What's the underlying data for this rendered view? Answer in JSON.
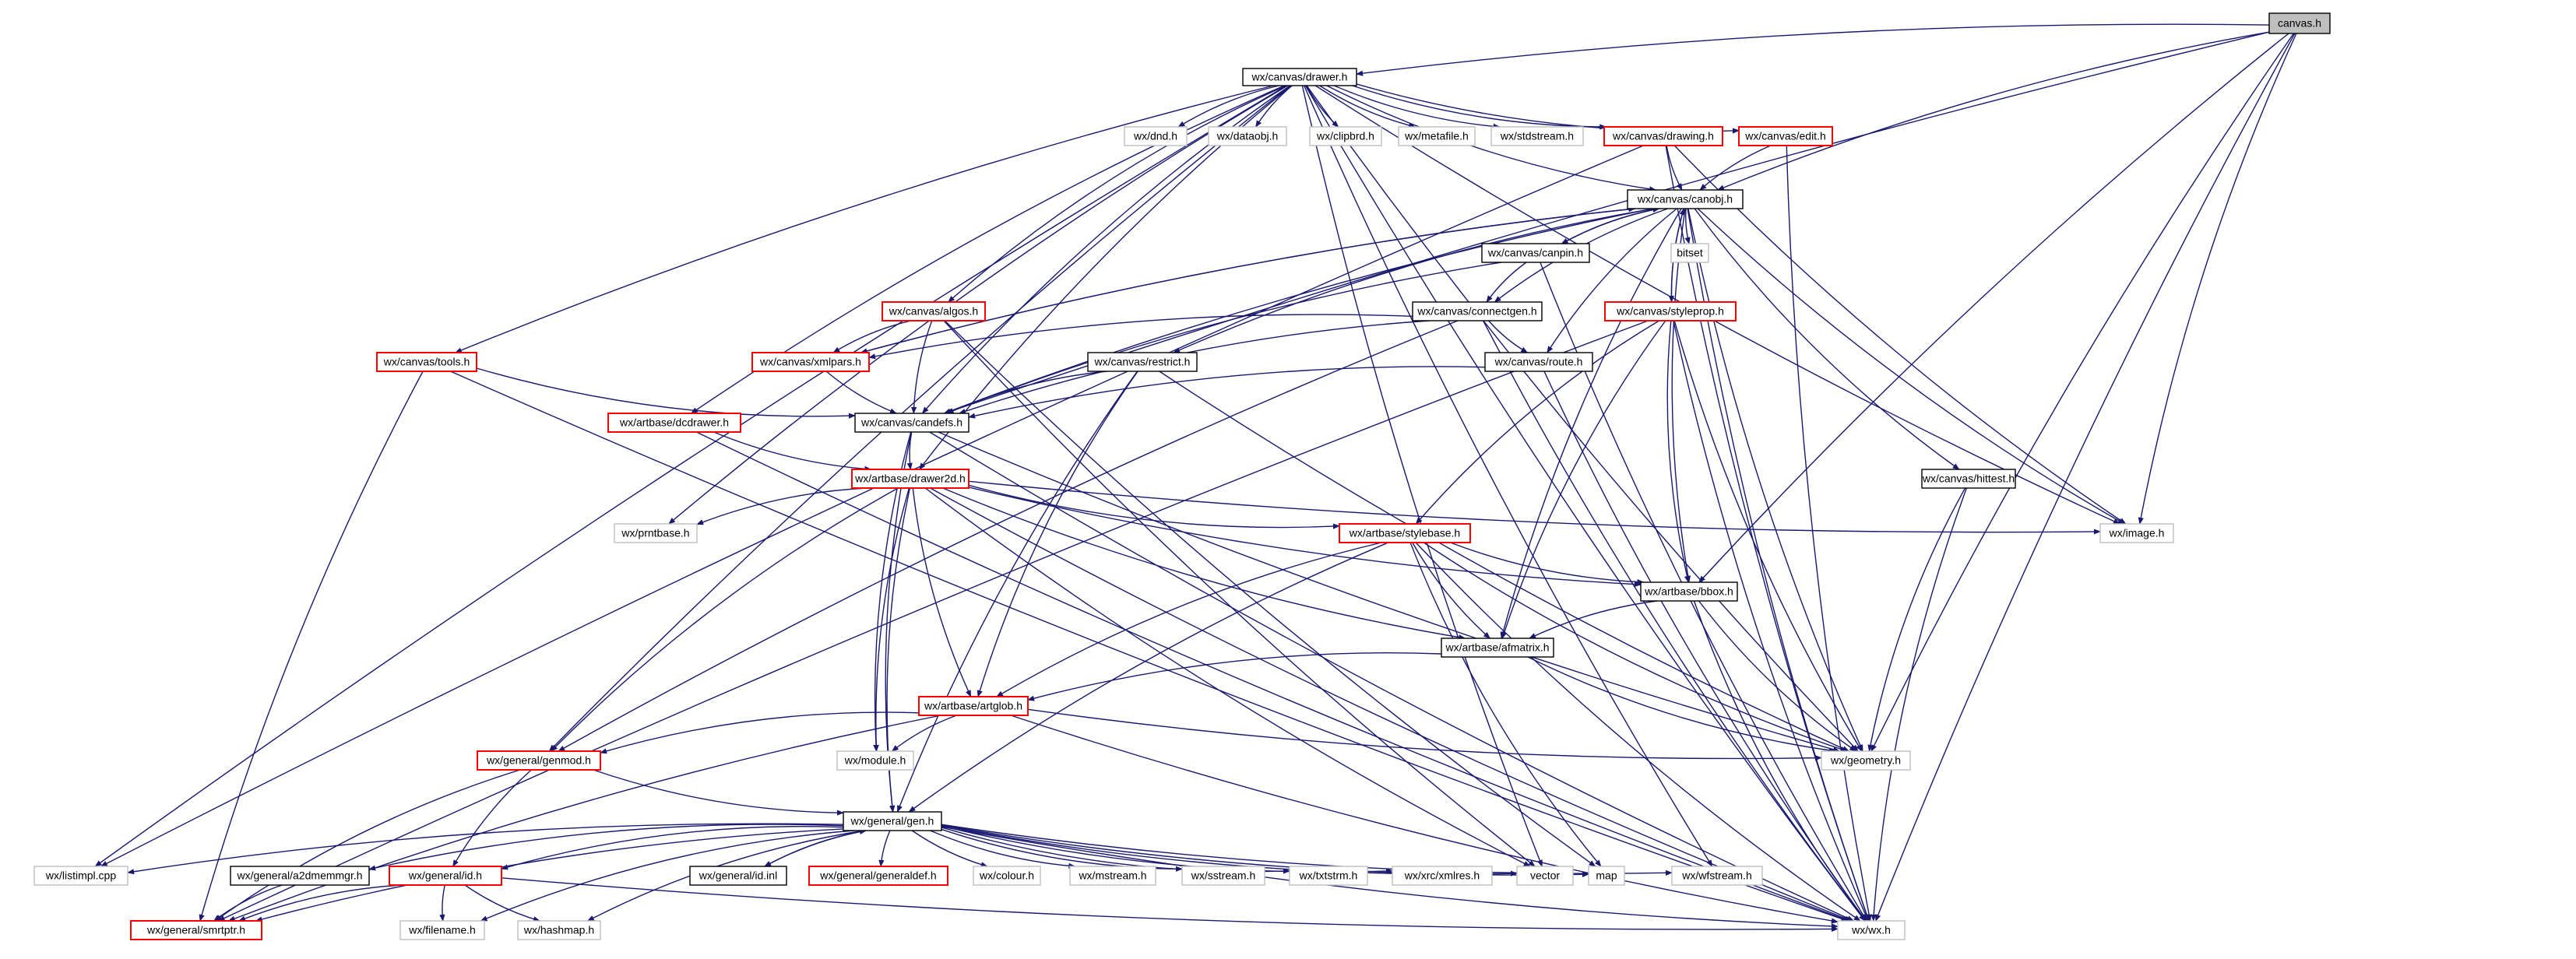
{
  "graph": {
    "kind": "include-dependency-graph",
    "colors": {
      "background": "#ffffff",
      "edge": "#191970",
      "root_fill": "#bfbfbf",
      "documented_border": "#000000",
      "incomplete_border": "#ff0000",
      "external_border": "#bfbfbf",
      "text": "#000000"
    },
    "nodes": [
      {
        "id": "canvas",
        "label": "canvas.h",
        "style": "root"
      },
      {
        "id": "drawer",
        "label": "wx/canvas/drawer.h",
        "style": "documented"
      },
      {
        "id": "dnd",
        "label": "wx/dnd.h",
        "style": "external"
      },
      {
        "id": "dataobj",
        "label": "wx/dataobj.h",
        "style": "external"
      },
      {
        "id": "clipbrd",
        "label": "wx/clipbrd.h",
        "style": "external"
      },
      {
        "id": "metafile",
        "label": "wx/metafile.h",
        "style": "external"
      },
      {
        "id": "stdstream",
        "label": "wx/stdstream.h",
        "style": "external"
      },
      {
        "id": "drawing",
        "label": "wx/canvas/drawing.h",
        "style": "incomplete"
      },
      {
        "id": "edit",
        "label": "wx/canvas/edit.h",
        "style": "incomplete"
      },
      {
        "id": "canobj",
        "label": "wx/canvas/canobj.h",
        "style": "documented"
      },
      {
        "id": "bitset",
        "label": "bitset",
        "style": "external"
      },
      {
        "id": "canpin",
        "label": "wx/canvas/canpin.h",
        "style": "documented"
      },
      {
        "id": "connectgen",
        "label": "wx/canvas/connectgen.h",
        "style": "documented"
      },
      {
        "id": "styleprop",
        "label": "wx/canvas/styleprop.h",
        "style": "incomplete"
      },
      {
        "id": "algos",
        "label": "wx/canvas/algos.h",
        "style": "incomplete"
      },
      {
        "id": "xmlpars",
        "label": "wx/canvas/xmlpars.h",
        "style": "incomplete"
      },
      {
        "id": "tools",
        "label": "wx/canvas/tools.h",
        "style": "incomplete"
      },
      {
        "id": "restrict",
        "label": "wx/canvas/restrict.h",
        "style": "documented"
      },
      {
        "id": "route",
        "label": "wx/canvas/route.h",
        "style": "documented"
      },
      {
        "id": "candefs",
        "label": "wx/canvas/candefs.h",
        "style": "documented"
      },
      {
        "id": "dcdrawer",
        "label": "wx/artbase/dcdrawer.h",
        "style": "incomplete"
      },
      {
        "id": "drawer2d",
        "label": "wx/artbase/drawer2d.h",
        "style": "incomplete"
      },
      {
        "id": "hittest",
        "label": "wx/canvas/hittest.h",
        "style": "documented"
      },
      {
        "id": "prntbase",
        "label": "wx/prntbase.h",
        "style": "external"
      },
      {
        "id": "stylebase",
        "label": "wx/artbase/stylebase.h",
        "style": "incomplete"
      },
      {
        "id": "image",
        "label": "wx/image.h",
        "style": "external"
      },
      {
        "id": "bbox",
        "label": "wx/artbase/bbox.h",
        "style": "documented"
      },
      {
        "id": "afmatrix",
        "label": "wx/artbase/afmatrix.h",
        "style": "documented"
      },
      {
        "id": "artglob",
        "label": "wx/artbase/artglob.h",
        "style": "incomplete"
      },
      {
        "id": "genmod",
        "label": "wx/general/genmod.h",
        "style": "incomplete"
      },
      {
        "id": "module",
        "label": "wx/module.h",
        "style": "external"
      },
      {
        "id": "geometry",
        "label": "wx/geometry.h",
        "style": "external"
      },
      {
        "id": "gen",
        "label": "wx/general/gen.h",
        "style": "documented"
      },
      {
        "id": "listimpl",
        "label": "wx/listimpl.cpp",
        "style": "external"
      },
      {
        "id": "a2dmemmgr",
        "label": "wx/general/a2dmemmgr.h",
        "style": "documented"
      },
      {
        "id": "idh",
        "label": "wx/general/id.h",
        "style": "incomplete"
      },
      {
        "id": "idinl",
        "label": "wx/general/id.inl",
        "style": "documented"
      },
      {
        "id": "generaldef",
        "label": "wx/general/generaldef.h",
        "style": "incomplete"
      },
      {
        "id": "colour",
        "label": "wx/colour.h",
        "style": "external"
      },
      {
        "id": "mstream",
        "label": "wx/mstream.h",
        "style": "external"
      },
      {
        "id": "sstream",
        "label": "wx/sstream.h",
        "style": "external"
      },
      {
        "id": "txtstrm",
        "label": "wx/txtstrm.h",
        "style": "external"
      },
      {
        "id": "xmlres",
        "label": "wx/xrc/xmlres.h",
        "style": "external"
      },
      {
        "id": "vector",
        "label": "vector",
        "style": "external"
      },
      {
        "id": "map",
        "label": "map",
        "style": "external"
      },
      {
        "id": "wfstream",
        "label": "wx/wfstream.h",
        "style": "external"
      },
      {
        "id": "smrtptr",
        "label": "wx/general/smrtptr.h",
        "style": "incomplete"
      },
      {
        "id": "filename",
        "label": "wx/filename.h",
        "style": "external"
      },
      {
        "id": "hashmap",
        "label": "wx/hashmap.h",
        "style": "external"
      },
      {
        "id": "wxh",
        "label": "wx/wx.h",
        "style": "external"
      }
    ],
    "edges": [
      [
        "canvas",
        "drawer"
      ],
      [
        "canvas",
        "canobj"
      ],
      [
        "canvas",
        "candefs"
      ],
      [
        "canvas",
        "image"
      ],
      [
        "canvas",
        "bbox"
      ],
      [
        "canvas",
        "geometry"
      ],
      [
        "canvas",
        "wxh"
      ],
      [
        "drawer",
        "dnd"
      ],
      [
        "drawer",
        "dataobj"
      ],
      [
        "drawer",
        "clipbrd"
      ],
      [
        "drawer",
        "metafile"
      ],
      [
        "drawer",
        "stdstream"
      ],
      [
        "drawer",
        "drawing"
      ],
      [
        "drawer",
        "edit"
      ],
      [
        "drawer",
        "canobj"
      ],
      [
        "drawer",
        "algos"
      ],
      [
        "drawer",
        "tools"
      ],
      [
        "drawer",
        "dcdrawer"
      ],
      [
        "drawer",
        "candefs"
      ],
      [
        "drawer",
        "drawer2d"
      ],
      [
        "drawer",
        "prntbase"
      ],
      [
        "drawer",
        "genmod"
      ],
      [
        "drawer",
        "listimpl"
      ],
      [
        "drawer",
        "vector"
      ],
      [
        "drawer",
        "image"
      ],
      [
        "drawer",
        "wfstream"
      ],
      [
        "drawer",
        "wxh"
      ],
      [
        "drawer",
        "geometry"
      ],
      [
        "drawing",
        "canobj"
      ],
      [
        "drawing",
        "listimpl"
      ],
      [
        "drawing",
        "image"
      ],
      [
        "drawing",
        "wxh"
      ],
      [
        "edit",
        "canobj"
      ],
      [
        "edit",
        "wxh"
      ],
      [
        "canobj",
        "bitset"
      ],
      [
        "canobj",
        "canpin"
      ],
      [
        "canobj",
        "connectgen"
      ],
      [
        "canobj",
        "styleprop"
      ],
      [
        "canobj",
        "restrict"
      ],
      [
        "canobj",
        "xmlpars"
      ],
      [
        "canobj",
        "candefs"
      ],
      [
        "canobj",
        "route"
      ],
      [
        "canobj",
        "hittest"
      ],
      [
        "canobj",
        "afmatrix"
      ],
      [
        "canobj",
        "bbox"
      ],
      [
        "canobj",
        "image"
      ],
      [
        "canobj",
        "geometry"
      ],
      [
        "canobj",
        "wxh"
      ],
      [
        "canpin",
        "canobj"
      ],
      [
        "canpin",
        "connectgen"
      ],
      [
        "canpin",
        "candefs"
      ],
      [
        "canpin",
        "wxh"
      ],
      [
        "connectgen",
        "route"
      ],
      [
        "connectgen",
        "xmlpars"
      ],
      [
        "connectgen",
        "candefs"
      ],
      [
        "connectgen",
        "genmod"
      ],
      [
        "connectgen",
        "wxh"
      ],
      [
        "styleprop",
        "canobj"
      ],
      [
        "styleprop",
        "stylebase"
      ],
      [
        "styleprop",
        "bbox"
      ],
      [
        "styleprop",
        "afmatrix"
      ],
      [
        "styleprop",
        "geometry"
      ],
      [
        "styleprop",
        "smrtptr"
      ],
      [
        "styleprop",
        "wxh"
      ],
      [
        "algos",
        "xmlpars"
      ],
      [
        "algos",
        "candefs"
      ],
      [
        "algos",
        "vector"
      ],
      [
        "algos",
        "map"
      ],
      [
        "xmlpars",
        "canobj"
      ],
      [
        "xmlpars",
        "candefs"
      ],
      [
        "tools",
        "candefs"
      ],
      [
        "tools",
        "smrtptr"
      ],
      [
        "tools",
        "wxh"
      ],
      [
        "restrict",
        "candefs"
      ],
      [
        "restrict",
        "artglob"
      ],
      [
        "restrict",
        "gen"
      ],
      [
        "restrict",
        "geometry"
      ],
      [
        "route",
        "candefs"
      ],
      [
        "route",
        "wxh"
      ],
      [
        "candefs",
        "drawer2d"
      ],
      [
        "candefs",
        "gen"
      ],
      [
        "candefs",
        "module"
      ],
      [
        "candefs",
        "geometry"
      ],
      [
        "candefs",
        "wxh"
      ],
      [
        "dcdrawer",
        "drawer2d"
      ],
      [
        "dcdrawer",
        "wxh"
      ],
      [
        "drawer2d",
        "prntbase"
      ],
      [
        "drawer2d",
        "stylebase"
      ],
      [
        "drawer2d",
        "image"
      ],
      [
        "drawer2d",
        "bbox"
      ],
      [
        "drawer2d",
        "afmatrix"
      ],
      [
        "drawer2d",
        "artglob"
      ],
      [
        "drawer2d",
        "genmod"
      ],
      [
        "drawer2d",
        "module"
      ],
      [
        "drawer2d",
        "gen"
      ],
      [
        "drawer2d",
        "vector"
      ],
      [
        "drawer2d",
        "wxh"
      ],
      [
        "hittest",
        "geometry"
      ],
      [
        "hittest",
        "wxh"
      ],
      [
        "stylebase",
        "bbox"
      ],
      [
        "stylebase",
        "afmatrix"
      ],
      [
        "stylebase",
        "artglob"
      ],
      [
        "stylebase",
        "gen"
      ],
      [
        "stylebase",
        "geometry"
      ],
      [
        "stylebase",
        "map"
      ],
      [
        "stylebase",
        "wxh"
      ],
      [
        "bbox",
        "afmatrix"
      ],
      [
        "bbox",
        "geometry"
      ],
      [
        "bbox",
        "wxh"
      ],
      [
        "afmatrix",
        "artglob"
      ],
      [
        "afmatrix",
        "geometry"
      ],
      [
        "artglob",
        "genmod"
      ],
      [
        "artglob",
        "module"
      ],
      [
        "artglob",
        "geometry"
      ],
      [
        "artglob",
        "smrtptr"
      ],
      [
        "artglob",
        "wxh"
      ],
      [
        "genmod",
        "gen"
      ],
      [
        "genmod",
        "idh"
      ],
      [
        "genmod",
        "smrtptr"
      ],
      [
        "gen",
        "listimpl"
      ],
      [
        "gen",
        "a2dmemmgr"
      ],
      [
        "gen",
        "idh"
      ],
      [
        "gen",
        "idinl"
      ],
      [
        "gen",
        "generaldef"
      ],
      [
        "gen",
        "colour"
      ],
      [
        "gen",
        "mstream"
      ],
      [
        "gen",
        "sstream"
      ],
      [
        "gen",
        "txtstrm"
      ],
      [
        "gen",
        "xmlres"
      ],
      [
        "gen",
        "vector"
      ],
      [
        "gen",
        "map"
      ],
      [
        "gen",
        "wfstream"
      ],
      [
        "gen",
        "smrtptr"
      ],
      [
        "gen",
        "filename"
      ],
      [
        "gen",
        "hashmap"
      ],
      [
        "gen",
        "wxh"
      ],
      [
        "idinl",
        "gen"
      ],
      [
        "a2dmemmgr",
        "smrtptr"
      ],
      [
        "idh",
        "smrtptr"
      ],
      [
        "idh",
        "filename"
      ],
      [
        "idh",
        "hashmap"
      ],
      [
        "idh",
        "wxh"
      ]
    ]
  }
}
